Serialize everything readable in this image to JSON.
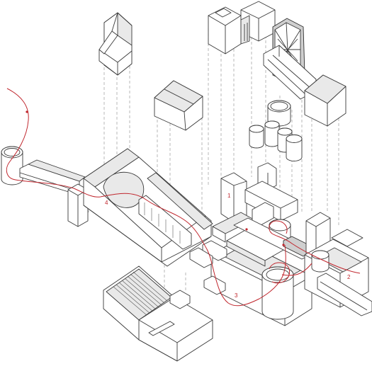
{
  "drawing": {
    "markers": [
      {
        "id": "1",
        "label": "1"
      },
      {
        "id": "2",
        "label": "2"
      },
      {
        "id": "3",
        "label": "3"
      },
      {
        "id": "4",
        "label": "4"
      }
    ],
    "colors": {
      "line": "#3a3a3a",
      "projection": "#9a9a9a",
      "route": "#c0262d",
      "background": "#ffffff"
    }
  }
}
